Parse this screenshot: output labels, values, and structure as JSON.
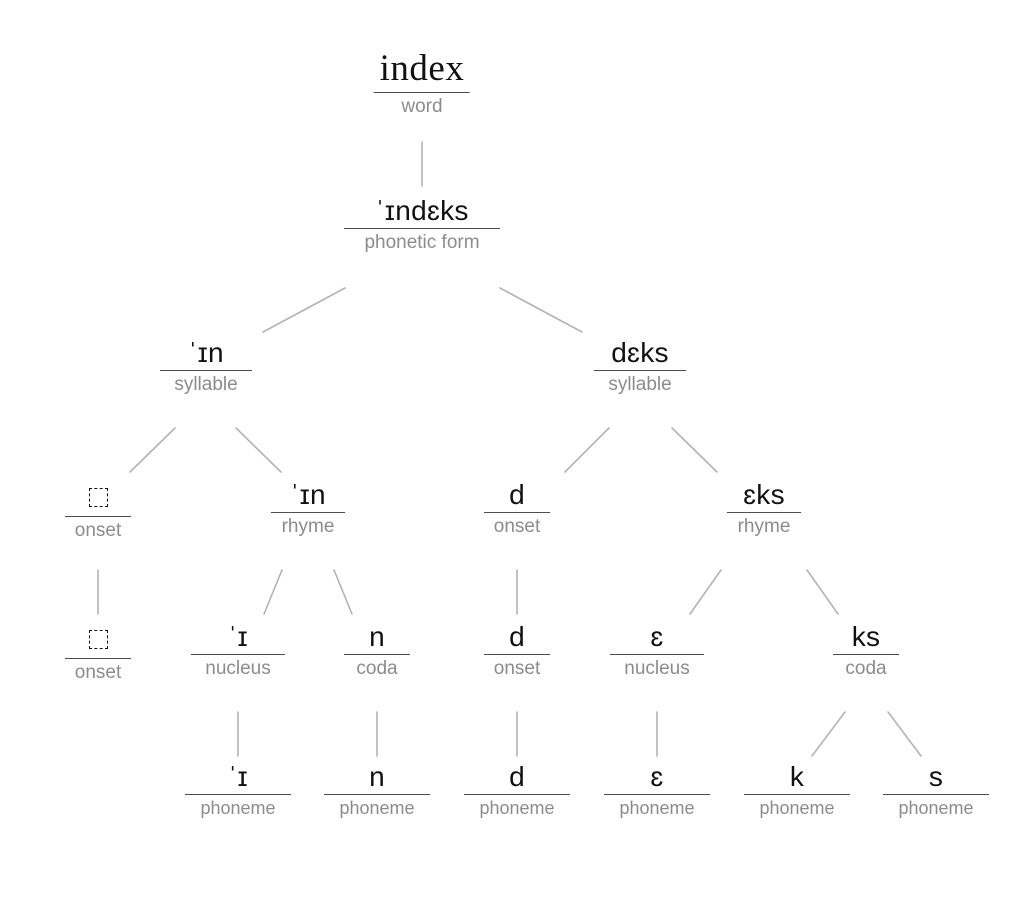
{
  "diagram": {
    "title": "index",
    "type": "phonological-tree",
    "palette": {
      "background": "#ffffff",
      "value_text": "#111111",
      "label_text": "#8c8c8c",
      "rule_line": "#4d4d4d",
      "edge_line": "#b3b3b3"
    },
    "levels": [
      {
        "name": "word"
      },
      {
        "name": "phonetic form"
      },
      {
        "name": "syllable"
      },
      {
        "name": "onset-rhyme"
      },
      {
        "name": "nucleus-coda"
      },
      {
        "name": "phoneme"
      }
    ],
    "nodes": [
      {
        "id": "word",
        "value": "index",
        "label": "word",
        "empty": false
      },
      {
        "id": "pf",
        "value": "ˈɪndɛks",
        "label": "phonetic form",
        "empty": false
      },
      {
        "id": "syll1",
        "value": "ˈɪn",
        "label": "syllable",
        "empty": false
      },
      {
        "id": "syll2",
        "value": "dɛks",
        "label": "syllable",
        "empty": false
      },
      {
        "id": "onset1",
        "value": "",
        "label": "onset",
        "empty": true
      },
      {
        "id": "rhyme1",
        "value": "ˈɪn",
        "label": "rhyme",
        "empty": false
      },
      {
        "id": "onset2",
        "value": "d",
        "label": "onset",
        "empty": false
      },
      {
        "id": "rhyme2",
        "value": "ɛks",
        "label": "rhyme",
        "empty": false
      },
      {
        "id": "onset1b",
        "value": "",
        "label": "onset",
        "empty": true
      },
      {
        "id": "nucleus1",
        "value": "ˈɪ",
        "label": "nucleus",
        "empty": false
      },
      {
        "id": "coda1",
        "value": "n",
        "label": "coda",
        "empty": false
      },
      {
        "id": "onset2b",
        "value": "d",
        "label": "onset",
        "empty": false
      },
      {
        "id": "nucleus2",
        "value": "ɛ",
        "label": "nucleus",
        "empty": false
      },
      {
        "id": "coda2",
        "value": "ks",
        "label": "coda",
        "empty": false
      },
      {
        "id": "ph1",
        "value": "ˈɪ",
        "label": "phoneme",
        "empty": false
      },
      {
        "id": "ph2",
        "value": "n",
        "label": "phoneme",
        "empty": false
      },
      {
        "id": "ph3",
        "value": "d",
        "label": "phoneme",
        "empty": false
      },
      {
        "id": "ph4",
        "value": "ɛ",
        "label": "phoneme",
        "empty": false
      },
      {
        "id": "ph5",
        "value": "k",
        "label": "phoneme",
        "empty": false
      },
      {
        "id": "ph6",
        "value": "s",
        "label": "phoneme",
        "empty": false
      }
    ]
  }
}
